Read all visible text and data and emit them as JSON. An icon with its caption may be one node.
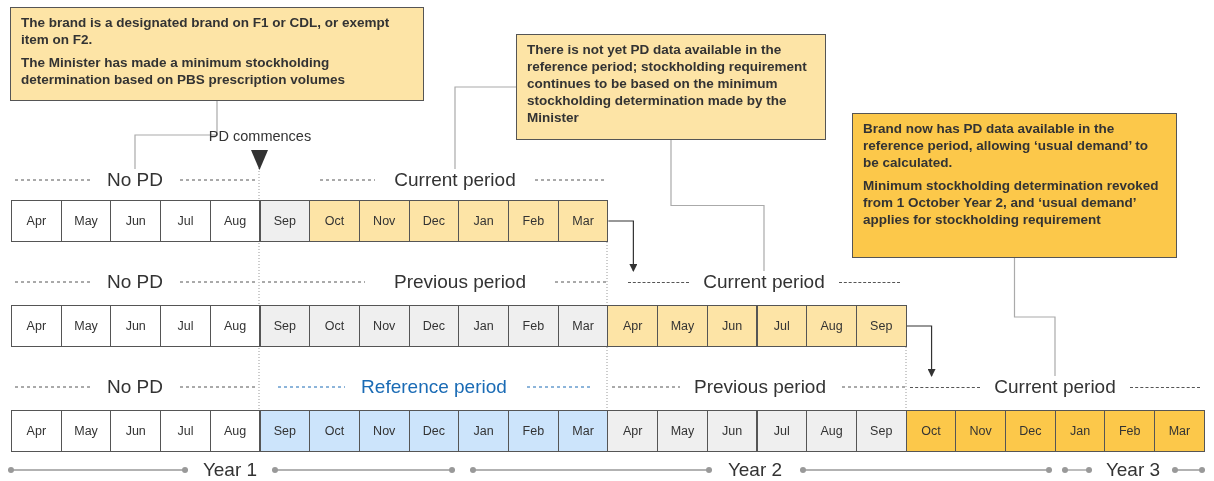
{
  "diagram": {
    "nodes": [
      {
        "text": [
          "The brand is a designated brand on F1 or CDL, or exempt item on F2.",
          "The Minister has made a minimum stockholding determination based on PBS prescription volumes"
        ]
      },
      {
        "text": [
          "There is not yet PD data available in the reference period; stockholding requirement continues to be based on the minimum stockholding determination made by the Minister"
        ]
      },
      {
        "text": [
          "Brand now has PD data available in the reference period, allowing ‘usual demand’ to be calculated.",
          "Minimum stockholding determination revoked from 1 October Year 2, and ‘usual demand’ applies for stockholding requirement"
        ]
      },
      {
        "text": [
          "No PD"
        ]
      },
      {
        "text": [
          "Current period"
        ]
      },
      {
        "text": [
          "Apr"
        ]
      },
      {
        "text": [
          "May"
        ]
      },
      {
        "text": [
          "Jun"
        ]
      },
      {
        "text": [
          "Jul"
        ]
      },
      {
        "text": [
          "Aug"
        ]
      },
      {
        "text": [
          "Sep"
        ]
      },
      {
        "text": [
          "Oct"
        ]
      },
      {
        "text": [
          "Nov"
        ]
      },
      {
        "text": [
          "Dec"
        ]
      },
      {
        "text": [
          "Jan"
        ]
      },
      {
        "text": [
          "Feb"
        ]
      },
      {
        "text": [
          "Mar"
        ]
      },
      {
        "text": [
          "Current period"
        ]
      },
      {
        "text": [
          "Apr"
        ]
      },
      {
        "text": [
          "May"
        ]
      },
      {
        "text": [
          "Jun"
        ]
      },
      {
        "text": [
          "Jul"
        ]
      },
      {
        "text": [
          "Aug"
        ]
      },
      {
        "text": [
          "Sep"
        ]
      },
      {
        "text": [
          "Oct"
        ]
      },
      {
        "text": [
          "Nov"
        ]
      },
      {
        "text": [
          "Dec"
        ]
      },
      {
        "text": [
          "Jan"
        ]
      },
      {
        "text": [
          "Feb"
        ]
      },
      {
        "text": [
          "Mar"
        ]
      },
      {
        "text": [
          "Apr"
        ]
      },
      {
        "text": [
          "May"
        ]
      },
      {
        "text": [
          "Jun"
        ]
      },
      {
        "text": [
          "Jul"
        ]
      },
      {
        "text": [
          "Aug"
        ]
      },
      {
        "text": [
          "Sep"
        ]
      },
      {
        "text": [
          "Current period"
        ]
      },
      {
        "text": [
          "Apr"
        ]
      },
      {
        "text": [
          "May"
        ]
      },
      {
        "text": [
          "Jun"
        ]
      },
      {
        "text": [
          "Jul"
        ]
      },
      {
        "text": [
          "Aug"
        ]
      },
      {
        "text": [
          "Sep"
        ]
      },
      {
        "text": [
          "Oct"
        ]
      },
      {
        "text": [
          "Nov"
        ]
      },
      {
        "text": [
          "Dec"
        ]
      },
      {
        "text": [
          "Jan"
        ]
      },
      {
        "text": [
          "Feb"
        ]
      },
      {
        "text": [
          "Mar"
        ]
      },
      {
        "text": [
          "Apr"
        ]
      },
      {
        "text": [
          "May"
        ]
      },
      {
        "text": [
          "Jun"
        ]
      },
      {
        "text": [
          "Jul"
        ]
      },
      {
        "text": [
          "Aug"
        ]
      },
      {
        "text": [
          "Sep"
        ]
      },
      {
        "text": [
          "Oct"
        ]
      },
      {
        "text": [
          "Nov"
        ]
      },
      {
        "text": [
          "Dec"
        ]
      },
      {
        "text": [
          "Jan"
        ]
      },
      {
        "text": [
          "Feb"
        ]
      },
      {
        "text": [
          "Mar"
        ]
      }
    ],
    "edges": [
      {
        "from": 0,
        "to": 3,
        "arrow": "none"
      },
      {
        "from": 1,
        "to": 4,
        "arrow": "none"
      },
      {
        "from": 1,
        "to": 17,
        "arrow": "none"
      },
      {
        "from": 16,
        "to": 17,
        "arrow": "to",
        "color": "#333333"
      },
      {
        "from": 2,
        "to": 36,
        "arrow": "none"
      },
      {
        "from": 35,
        "to": 36,
        "arrow": "to",
        "color": "#333333"
      }
    ],
    "labels": [
      "PD commences",
      "No PD",
      "Previous period",
      "No PD",
      "Reference period",
      "Previous period",
      "Year 1",
      "Year 2",
      "Year 3"
    ]
  }
}
